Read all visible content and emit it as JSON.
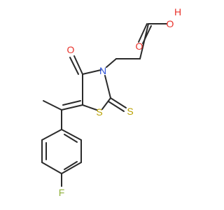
{
  "atoms": {
    "o_hydroxyl": "O",
    "h_hydroxyl": "H",
    "o_carbonyl_acid": "O",
    "n_ring": "N",
    "o_ring_carbonyl": "O",
    "s_ring": "S",
    "s_thione": "S",
    "f_fluoro": "F"
  },
  "colors": {
    "oxygen": "#e8322b",
    "nitrogen": "#2b4fd8",
    "sulfur": "#b8a000",
    "fluorine": "#8fb03a",
    "bond": "#2b2b2b"
  }
}
